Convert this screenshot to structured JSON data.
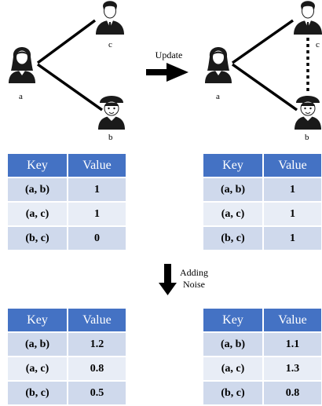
{
  "graphs": {
    "before": {
      "node_a": "a",
      "node_b": "b",
      "node_c": "c"
    },
    "after": {
      "node_a": "a",
      "node_b": "b",
      "node_c": "c"
    }
  },
  "update_label": "Update",
  "noise_label_line1": "Adding",
  "noise_label_line2": "Noise",
  "tables": {
    "top_left": {
      "headers": [
        "Key",
        "Value"
      ],
      "rows": [
        [
          "(a, b)",
          "1"
        ],
        [
          "(a, c)",
          "1"
        ],
        [
          "(b, c)",
          "0"
        ]
      ]
    },
    "top_right": {
      "headers": [
        "Key",
        "Value"
      ],
      "rows": [
        [
          "(a, b)",
          "1"
        ],
        [
          "(a, c)",
          "1"
        ],
        [
          "(b, c)",
          "1"
        ]
      ]
    },
    "bottom_left": {
      "headers": [
        "Key",
        "Value"
      ],
      "rows": [
        [
          "(a, b)",
          "1.2"
        ],
        [
          "(a, c)",
          "0.8"
        ],
        [
          "(b, c)",
          "0.5"
        ]
      ]
    },
    "bottom_right": {
      "headers": [
        "Key",
        "Value"
      ],
      "rows": [
        [
          "(a, b)",
          "1.1"
        ],
        [
          "(a, c)",
          "1.3"
        ],
        [
          "(b, c)",
          "0.8"
        ]
      ]
    }
  },
  "colors": {
    "header": "#4472c4",
    "row_dark": "#cfd9ec",
    "row_light": "#e8edf6"
  }
}
